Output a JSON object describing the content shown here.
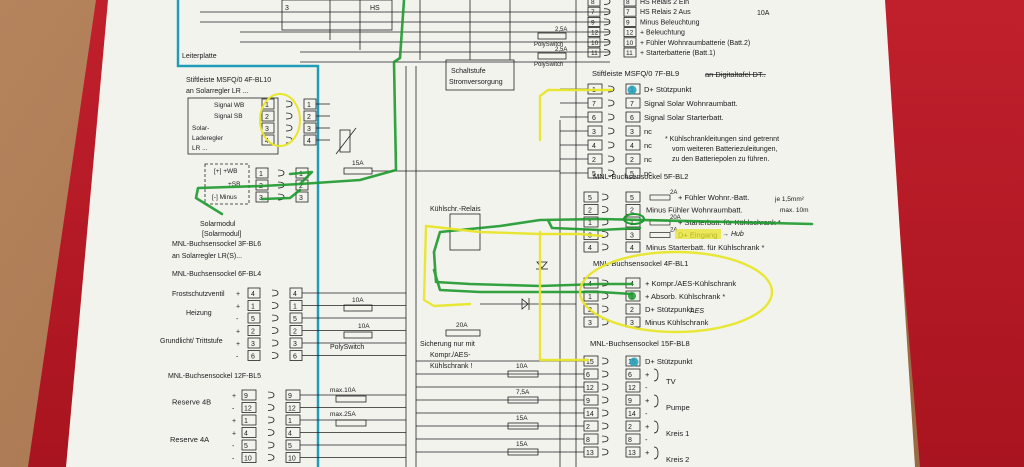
{
  "top_rows": [
    {
      "num": "8",
      "text": "HS Relais 2 Ein"
    },
    {
      "num": "7",
      "text": "HS Relais 2 Aus"
    },
    {
      "num": "9",
      "text": "Minus Beleuchtung"
    },
    {
      "num": "12",
      "text": "+ Beleuchtung"
    },
    {
      "num": "10",
      "text": "+ Fühler Wohnraumbatterie (Batt.2)"
    },
    {
      "num": "11",
      "text": "+ Starterbatterie (Batt.1)"
    }
  ],
  "top_fuse_10a": "10A",
  "polyswitch": {
    "rating": "2,5A",
    "label": "PolySwitch"
  },
  "leiterplatte": "Leiterplatte",
  "schaltstufe": [
    "Schaltstufe",
    "Stromversorgung"
  ],
  "bl9": {
    "title": "Stiftleiste MSFQ/0 7F-BL9",
    "crossed": "an Digitaltafel DT..",
    "rows": [
      {
        "num": "1",
        "text": "D+ Stützpunkt"
      },
      {
        "num": "7",
        "text": "Signal Solar Wohnraumbatt."
      },
      {
        "num": "6",
        "text": "Signal Solar Starterbatt."
      },
      {
        "num": "3",
        "text": "nc"
      },
      {
        "num": "4",
        "text": "nc"
      },
      {
        "num": "2",
        "text": "nc"
      },
      {
        "num": "5",
        "text": "nc"
      }
    ],
    "note": [
      "* Kühlschrankleitungen sind getrennt",
      "vom weiteren Batteriezuleitungen,",
      "zu den Batteriepolen zu führen."
    ]
  },
  "bl10": {
    "title": "Stiftleiste MSFQ/0 4F-BL10",
    "subtitle": "an Solarregler LR ...",
    "signals": [
      "Signal WB",
      "Signal SB"
    ],
    "regler": [
      "Solar-",
      "Laderegler",
      "LR ..."
    ],
    "pins": [
      "1",
      "2",
      "3",
      "4"
    ]
  },
  "bl6": {
    "pins": [
      "1",
      "2",
      "3"
    ],
    "labels": [
      "[+] +WB",
      "+SB",
      "[-] Minus"
    ],
    "modul": [
      "Solarmodul",
      "[Solarmodul]"
    ],
    "title": "MNL-Buchsensockel 3F-BL6",
    "subtitle": "an Solarregler LR(S)..."
  },
  "fuse_15a": "15A",
  "bl2": {
    "title": "MNL-Buchsensockel 5F-BL2",
    "rows": [
      {
        "num": "5",
        "fuse": "2A",
        "text": "+ Fühler Wohnr.-Batt."
      },
      {
        "num": "2",
        "fuse": "",
        "text": "Minus Fühler Wohnraumbatt."
      },
      {
        "num": "1",
        "fuse": "20A",
        "text": "+ Starterbatt. für Kühlschrank *"
      },
      {
        "num": "3",
        "fuse": "2A",
        "text": "D+ Eingang"
      },
      {
        "num": "4",
        "fuse": "",
        "text": "Minus Starterbatt. für Kühlschrank *"
      }
    ],
    "cable": [
      "je 1,5mm²",
      "max. 10m"
    ],
    "hand_note": "→ Hub"
  },
  "relais": "Kühlschr.-Relais",
  "bl1": {
    "title": "MNL-Buchsensockel 4F-BL1",
    "rows": [
      {
        "num": "4",
        "text": "+ Kompr./AES-Kühlschrank"
      },
      {
        "num": "1",
        "text": "+ Absorb. Kühlschrank *"
      },
      {
        "num": "2",
        "text": "D+ Stützpunkt"
      },
      {
        "num": "3",
        "text": "Minus Kühlschrank"
      }
    ],
    "hand_note": "AES"
  },
  "bl4": {
    "title": "MNL-Buchsensockel 6F-BL4",
    "groups": [
      {
        "label": "Frostschutzventil",
        "rows": [
          {
            "sign": "+",
            "num": "4"
          }
        ]
      },
      {
        "label": "Heizung",
        "rows": [
          {
            "sign": "+",
            "num": "1"
          },
          {
            "sign": "-",
            "num": "5"
          }
        ]
      },
      {
        "label": "Grundlicht/ Trittstufe",
        "rows": [
          {
            "sign": "+",
            "num": "2"
          },
          {
            "sign": "+",
            "num": "3"
          },
          {
            "sign": "-",
            "num": "6"
          }
        ]
      }
    ],
    "connector_pins": [
      "4",
      "1",
      "5",
      "2",
      "3",
      "6"
    ]
  },
  "fuse_10a_a": "10A",
  "fuse_10a_b": "10A",
  "polyswitch2": "PolySwitch",
  "fuse_20a": "20A",
  "sicherung": [
    "Sicherung nur mit",
    "Kompr./AES-",
    "Kühlschrank !"
  ],
  "bl5": {
    "title": "MNL-Buchsensockel 12F-BL5",
    "groups": [
      {
        "label": "Reserve 4B",
        "rows": [
          {
            "sign": "+",
            "num": "9"
          },
          {
            "sign": "-",
            "num": "12"
          }
        ]
      },
      {
        "label": "Reserve 4A",
        "rows": [
          {
            "sign": "+",
            "num": "1"
          },
          {
            "sign": "+",
            "num": "4"
          },
          {
            "sign": "-",
            "num": "5"
          },
          {
            "sign": "-",
            "num": "10"
          }
        ]
      }
    ],
    "connector_pins": [
      "9",
      "12",
      "1",
      "4",
      "5",
      "10"
    ]
  },
  "fuses_bottom": [
    "max.10A",
    "max.25A"
  ],
  "bl8": {
    "title": "MNL-Buchsensockel 15F-BL8",
    "rows": [
      {
        "num": "15",
        "pin": "15",
        "text": "D+ Stützpunkt"
      },
      {
        "num": "6",
        "pin": "6",
        "text": "+"
      },
      {
        "num": "12",
        "pin": "12",
        "text": "-"
      },
      {
        "num": "9",
        "pin": "9",
        "text": "+"
      },
      {
        "num": "14",
        "pin": "14",
        "text": "-"
      },
      {
        "num": "2",
        "pin": "2",
        "text": "+"
      },
      {
        "num": "8",
        "pin": "8",
        "text": "-"
      },
      {
        "num": "13",
        "pin": "13",
        "text": "+"
      }
    ],
    "fuses": [
      "10A",
      "7,5A",
      "15A",
      "15A"
    ],
    "groups": [
      "TV",
      "Pumpe",
      "Kreis 1",
      "Kreis 2"
    ]
  },
  "colors": {
    "green": "#1e9a2e",
    "yellow": "#e8e62a",
    "blue": "#1f9db8",
    "paper": "#f3f3ee"
  }
}
